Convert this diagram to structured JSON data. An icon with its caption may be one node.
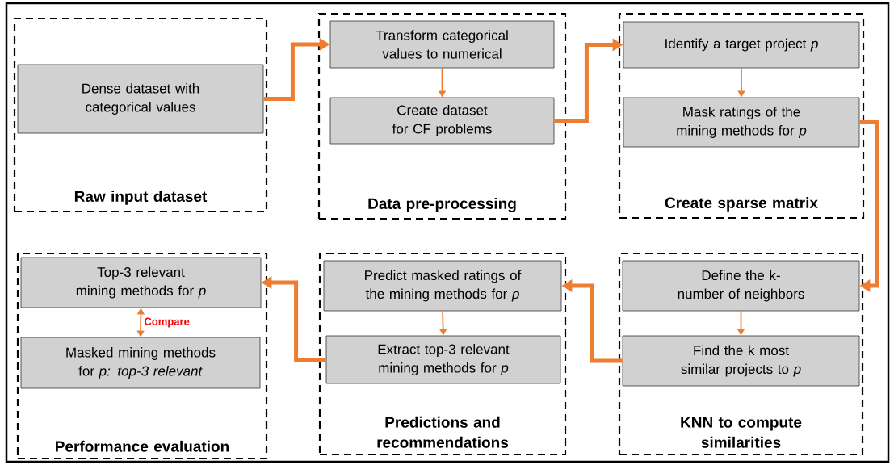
{
  "diagram": {
    "nodes": [
      {
        "text": [
          "Raw input dataset"
        ]
      },
      {
        "text": [
          "Dense dataset with categorical values"
        ],
        "in": 0
      },
      {
        "text": [
          "Data pre-processing"
        ]
      },
      {
        "text": [
          "Transform categorical values to numerical"
        ],
        "in": 2
      },
      {
        "text": [
          "Create dataset for CF problems"
        ],
        "in": 2
      },
      {
        "text": [
          "Create sparse matrix"
        ]
      },
      {
        "text": [
          "Identify a target project *p*"
        ],
        "in": 5
      },
      {
        "text": [
          "Mask ratings of the mining methods for *p*"
        ],
        "in": 5
      },
      {
        "text": [
          "KNN to compute similarities"
        ]
      },
      {
        "text": [
          "Define the k-number of neighbors"
        ],
        "in": 8
      },
      {
        "text": [
          "Find the k most similar projects to *p*"
        ],
        "in": 8
      },
      {
        "text": [
          "Predictions and recommendations"
        ]
      },
      {
        "text": [
          "Predict masked ratings of the mining methods for *p*"
        ],
        "in": 11
      },
      {
        "text": [
          "Extract top-3 relevant mining methods for *p*"
        ],
        "in": 11
      },
      {
        "text": [
          "Performance evaluation"
        ]
      },
      {
        "text": [
          "Top-3 relevant mining methods for *p*"
        ],
        "in": 14
      },
      {
        "text": [
          "Masked mining methods for *p: top-3 relevant*"
        ],
        "in": 14
      }
    ],
    "edges": [
      {
        "from": 1,
        "to": 3,
        "arrow": "to",
        "style": "thick"
      },
      {
        "from": 3,
        "to": 4,
        "arrow": "to"
      },
      {
        "from": 4,
        "to": 6,
        "arrow": "to",
        "style": "thick"
      },
      {
        "from": 6,
        "to": 7,
        "arrow": "to"
      },
      {
        "from": 7,
        "to": 9,
        "arrow": "to",
        "style": "thick"
      },
      {
        "from": 9,
        "to": 10,
        "arrow": "to"
      },
      {
        "from": 10,
        "to": 12,
        "arrow": "to",
        "style": "thick"
      },
      {
        "from": 12,
        "to": 13,
        "arrow": "to"
      },
      {
        "from": 13,
        "to": 15,
        "arrow": "to",
        "style": "thick"
      },
      {
        "from": 15,
        "to": 16,
        "arrow": "both",
        "label": "Compare"
      }
    ]
  }
}
